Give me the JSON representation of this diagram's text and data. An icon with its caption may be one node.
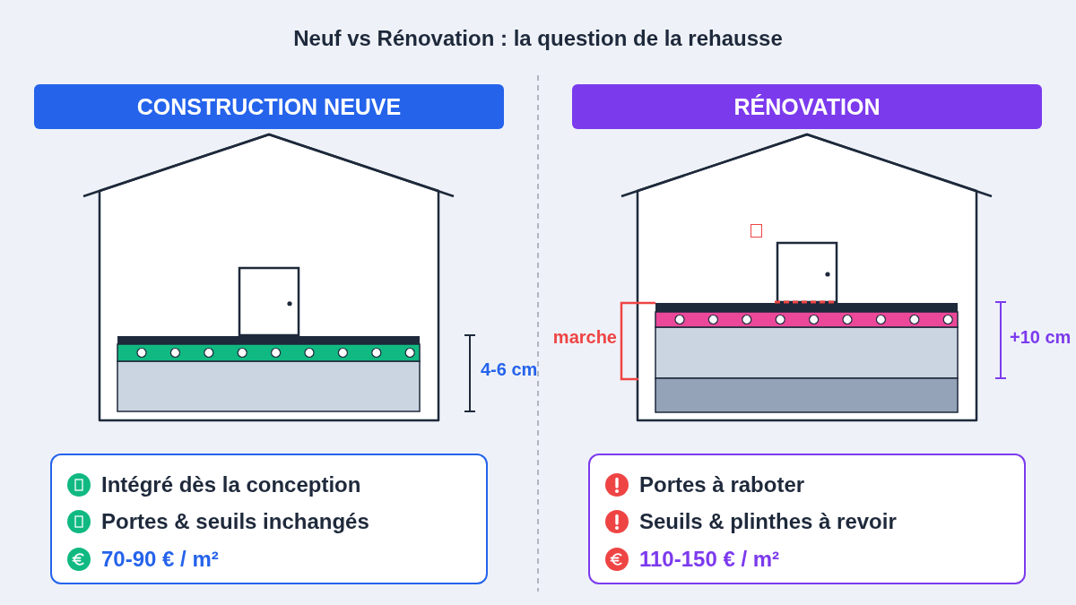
{
  "diagram": {
    "title": "Neuf vs Rénovation : la question de la rehausse",
    "nodes": [
      {
        "text": [
          "CONSTRUCTION NEUVE"
        ]
      },
      {
        "text": [
          "RÉNOVATION"
        ]
      },
      {
        "text": [
          "Intégré dès la conception",
          "Portes & seuils inchangés",
          "70-90 € / m²"
        ]
      },
      {
        "text": [
          "Portes à raboter",
          "Seuils & plinthes à revoir",
          "110-150 € / m²"
        ]
      }
    ],
    "labels": [
      "4-6 cm",
      "marche",
      "+10 cm"
    ]
  }
}
